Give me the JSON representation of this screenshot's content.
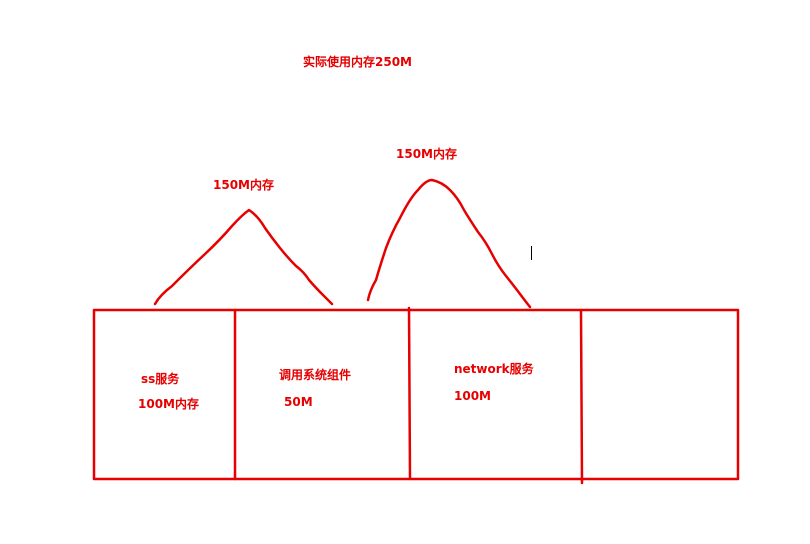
{
  "title": "实际使用内存250M",
  "peaks": [
    {
      "label": "150M内存"
    },
    {
      "label": "150M内存"
    }
  ],
  "boxes": [
    {
      "name": "ss服务",
      "value": "100M内存"
    },
    {
      "name": "调用系统组件",
      "value": "50M"
    },
    {
      "name": "network服务",
      "value": "100M"
    },
    {
      "name": "",
      "value": ""
    }
  ],
  "colors": {
    "ink": "#e60000",
    "cursor": "#000000"
  }
}
